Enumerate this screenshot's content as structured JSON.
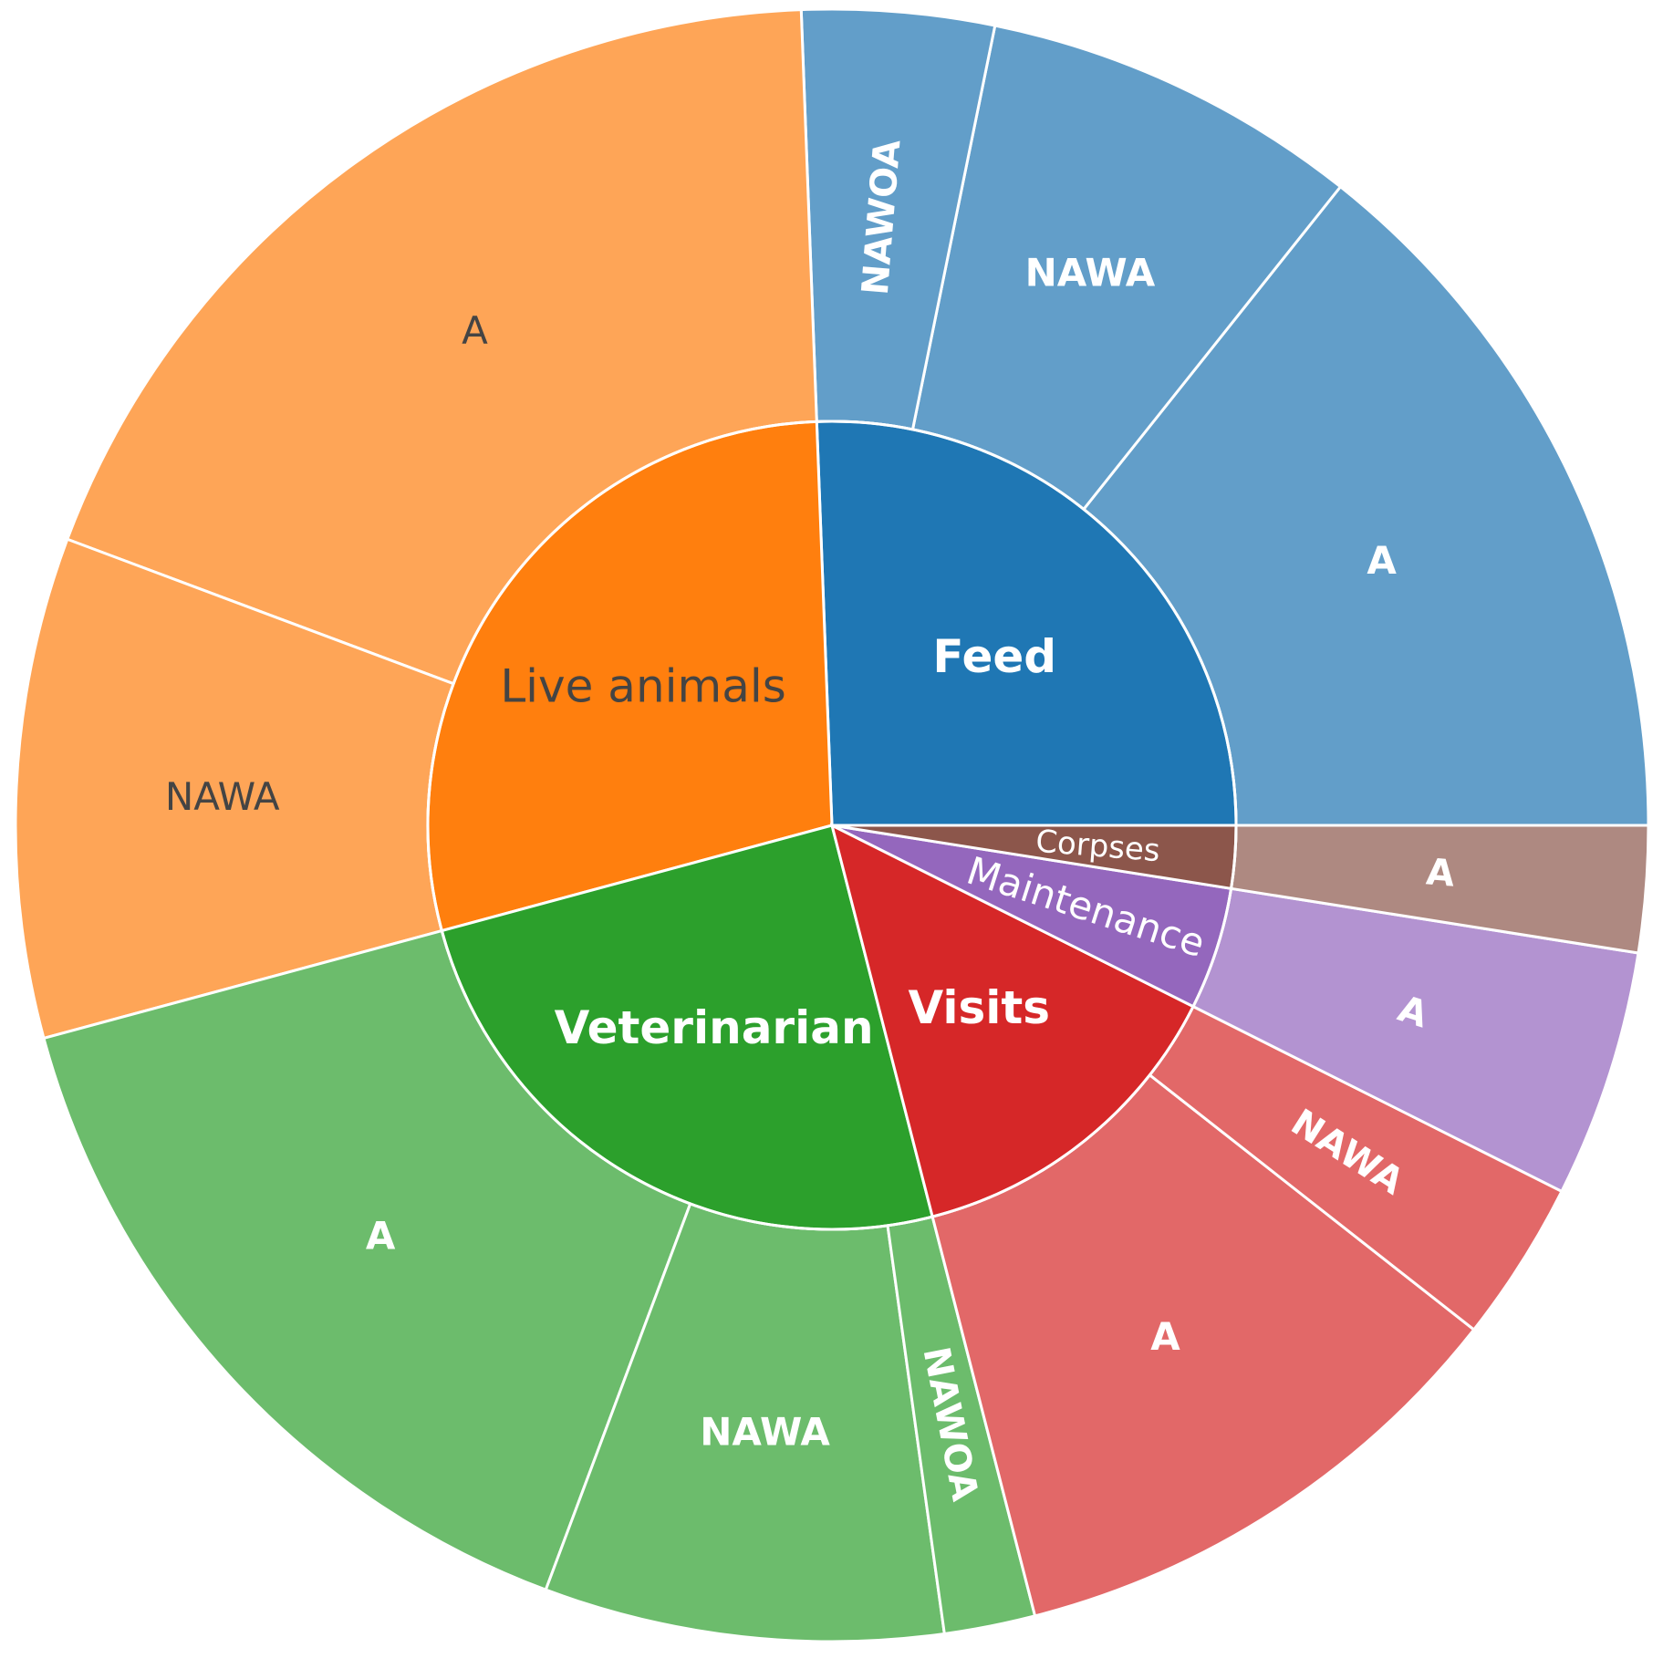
{
  "chart_data": {
    "type": "sunburst",
    "title": "",
    "categories": [
      {
        "name": "Feed",
        "value": 25.6,
        "color": "#1f77b4",
        "child_color": "#629ec9",
        "label_color": "#ffffff",
        "children": [
          {
            "name": "A",
            "value": 14.3
          },
          {
            "name": "NAWA",
            "value": 7.5
          },
          {
            "name": "NAWOA",
            "value": 3.8
          }
        ]
      },
      {
        "name": "Live animals",
        "value": 28.6,
        "color": "#ff7f0e",
        "child_color": "#fea557",
        "label_color": "#444444",
        "children": [
          {
            "name": "A",
            "value": 18.7
          },
          {
            "name": "NAWA",
            "value": 9.9
          }
        ]
      },
      {
        "name": "Veterinarian",
        "value": 24.8,
        "color": "#2ca02c",
        "child_color": "#6cbc6c",
        "label_color": "#ffffff",
        "children": [
          {
            "name": "A",
            "value": 15.1
          },
          {
            "name": "NAWA",
            "value": 7.9
          },
          {
            "name": "NAWOA",
            "value": 1.8
          }
        ]
      },
      {
        "name": "Visits",
        "value": 13.6,
        "color": "#d62728",
        "child_color": "#e26868",
        "label_color": "#ffffff",
        "children": [
          {
            "name": "A",
            "value": 10.4
          },
          {
            "name": "NAWA",
            "value": 3.2
          }
        ]
      },
      {
        "name": "Maintenance",
        "value": 4.9,
        "color": "#9467bd",
        "child_color": "#b393d1",
        "label_color": "#ffffff",
        "children": [
          {
            "name": "A",
            "value": 4.9
          }
        ]
      },
      {
        "name": "Corpses",
        "value": 2.5,
        "color": "#8c564b",
        "child_color": "#ae8981",
        "label_color": "#ffffff",
        "children": [
          {
            "name": "A",
            "value": 2.5
          }
        ]
      }
    ]
  }
}
